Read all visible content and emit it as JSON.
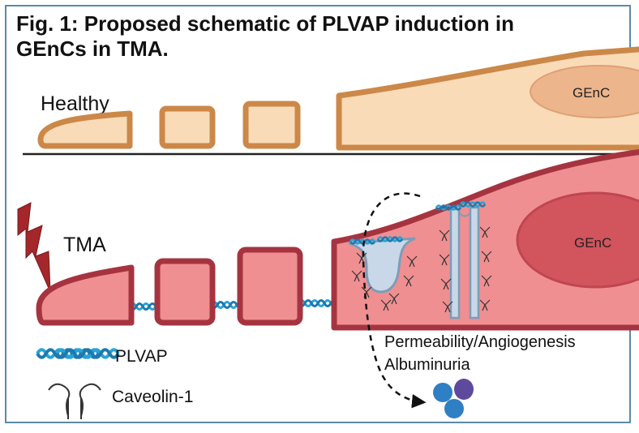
{
  "figure": {
    "title_line1": "Fig. 1: Proposed schematic of PLVAP induction in",
    "title_line2": "GEnCs in TMA."
  },
  "healthy": {
    "label": "Healthy",
    "cell_label": "GEnC"
  },
  "tma": {
    "label": "TMA",
    "cell_label": "GEnC"
  },
  "outcome": {
    "line1": "Permeability/Angiogenesis",
    "line2": "Albuminuria"
  },
  "legend": {
    "plvap_label": "PLVAP",
    "caveolin_label": "Caveolin-1"
  },
  "colors": {
    "healthy_fill": "#f9dbb8",
    "healthy_stroke": "#cc8848",
    "healthy_nucleus": "#edb58c",
    "tma_fill": "#ef8f91",
    "tma_stroke": "#a63440",
    "tma_nucleus": "#d2545d",
    "plvap": "#27a3d8",
    "lightning": "#a3272b",
    "protein_blue": "#2f7fc4",
    "protein_purple": "#5e4a9d"
  }
}
